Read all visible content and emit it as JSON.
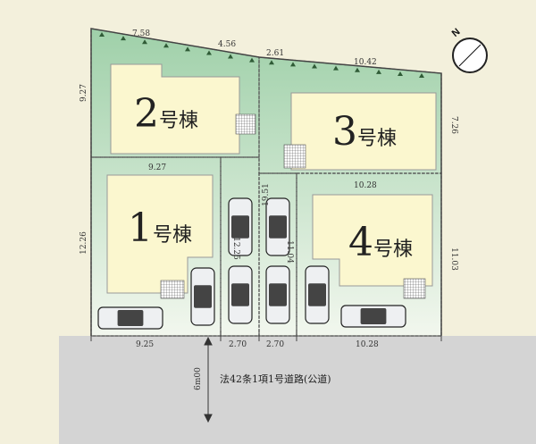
{
  "buildings": {
    "b1": {
      "num": "1",
      "suffix": "号棟"
    },
    "b2": {
      "num": "2",
      "suffix": "号棟"
    },
    "b3": {
      "num": "3",
      "suffix": "号棟"
    },
    "b4": {
      "num": "4",
      "suffix": "号棟"
    }
  },
  "dimensions": {
    "top_left_a": "7.58",
    "top_left_b": "4.56",
    "top_right_a": "2.61",
    "top_right_b": "10.42",
    "lot2_left": "9.27",
    "lot1_top": "9.27",
    "lot1_left": "12.26",
    "lot3_right": "7.26",
    "lot4_top": "10.28",
    "lot4_right": "11.03",
    "drive_left": "12.25",
    "drive_right_a": "19.51",
    "drive_right_b": "11.04",
    "bottom_1": "9.25",
    "bottom_2": "2.70",
    "bottom_3": "2.70",
    "bottom_4": "10.28"
  },
  "road": {
    "width": "6m00",
    "label": "法42条1項1号道路(公道)"
  },
  "compass": {
    "north_label": "N"
  }
}
